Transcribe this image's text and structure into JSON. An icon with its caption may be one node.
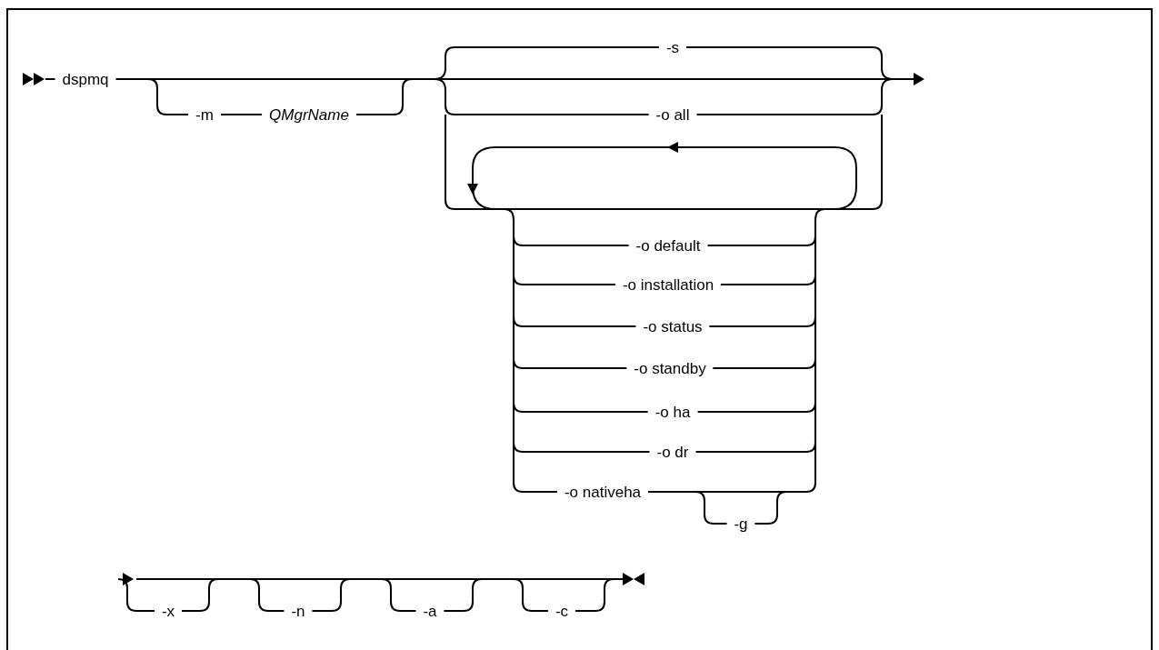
{
  "diagram": {
    "labels": [
      "dspmq",
      "-m",
      "QMgrName",
      "-s",
      "-o all",
      "-o default",
      "-o installation",
      "-o status",
      "-o standby",
      "-o ha",
      "-o dr",
      "-o nativeha",
      "-g",
      "-x",
      "-n",
      "-a",
      "-c"
    ]
  }
}
